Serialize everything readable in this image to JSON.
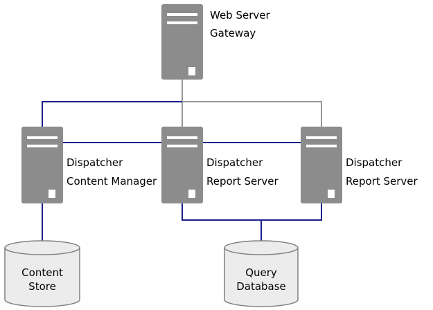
{
  "colors": {
    "server_body": "#8c8c8c",
    "server_detail": "#ffffff",
    "link_blue": "#1a1f8c",
    "link_gray": "#999999",
    "db_fill": "#ececec",
    "db_stroke": "#808080"
  },
  "nodes": {
    "gateway": {
      "line1": "Web Server",
      "line2": "Gateway",
      "icon": "server-icon"
    },
    "dispatcher_cm": {
      "line1": "Dispatcher",
      "line2": "Content Manager",
      "icon": "server-icon"
    },
    "dispatcher_rs1": {
      "line1": "Dispatcher",
      "line2": "Report Server",
      "icon": "server-icon"
    },
    "dispatcher_rs2": {
      "line1": "Dispatcher",
      "line2": "Report Server",
      "icon": "server-icon"
    },
    "content_store": {
      "line1": "Content",
      "line2": "Store",
      "icon": "database-icon"
    },
    "query_database": {
      "line1": "Query",
      "line2": "Database",
      "icon": "database-icon"
    }
  }
}
